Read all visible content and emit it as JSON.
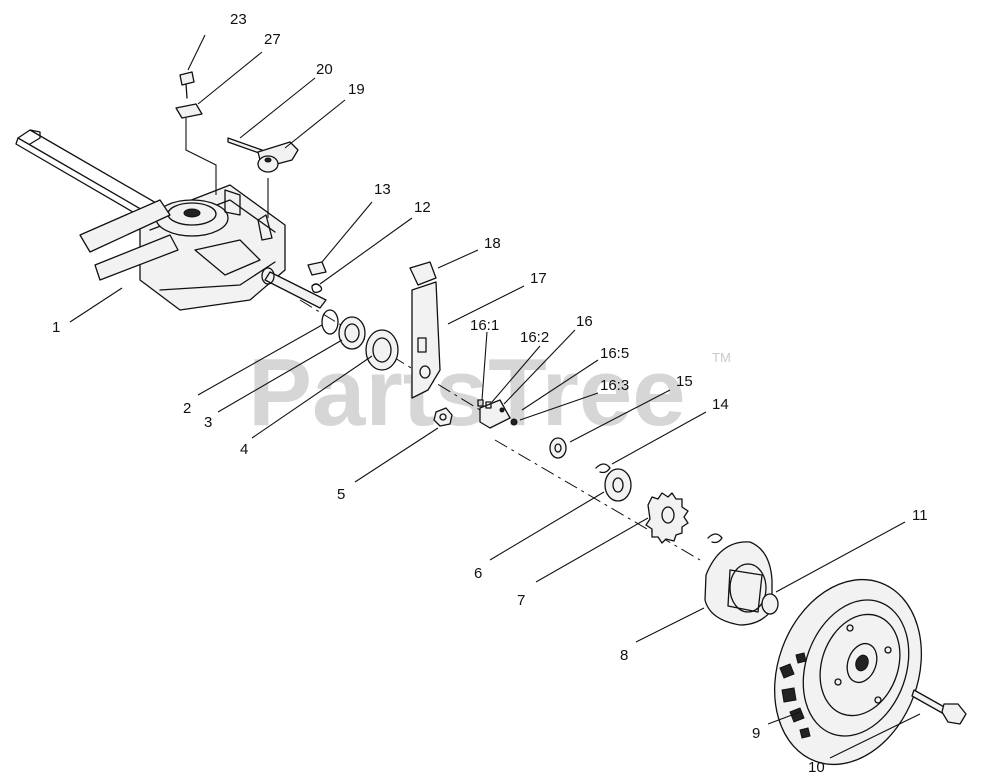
{
  "watermark": {
    "text": "PartsTree",
    "mark": "TM"
  },
  "callouts": [
    {
      "id": "23",
      "label": "23"
    },
    {
      "id": "27",
      "label": "27"
    },
    {
      "id": "20",
      "label": "20"
    },
    {
      "id": "19",
      "label": "19"
    },
    {
      "id": "13",
      "label": "13"
    },
    {
      "id": "12",
      "label": "12"
    },
    {
      "id": "18",
      "label": "18"
    },
    {
      "id": "17",
      "label": "17"
    },
    {
      "id": "1",
      "label": "1"
    },
    {
      "id": "16_1",
      "label": "16:1"
    },
    {
      "id": "16_2",
      "label": "16:2"
    },
    {
      "id": "16",
      "label": "16"
    },
    {
      "id": "16_5",
      "label": "16:5"
    },
    {
      "id": "16_3",
      "label": "16:3"
    },
    {
      "id": "15",
      "label": "15"
    },
    {
      "id": "14",
      "label": "14"
    },
    {
      "id": "2",
      "label": "2"
    },
    {
      "id": "3",
      "label": "3"
    },
    {
      "id": "4",
      "label": "4"
    },
    {
      "id": "5",
      "label": "5"
    },
    {
      "id": "6",
      "label": "6"
    },
    {
      "id": "7",
      "label": "7"
    },
    {
      "id": "11",
      "label": "11"
    },
    {
      "id": "8",
      "label": "8"
    },
    {
      "id": "9",
      "label": "9"
    },
    {
      "id": "10",
      "label": "10"
    }
  ]
}
